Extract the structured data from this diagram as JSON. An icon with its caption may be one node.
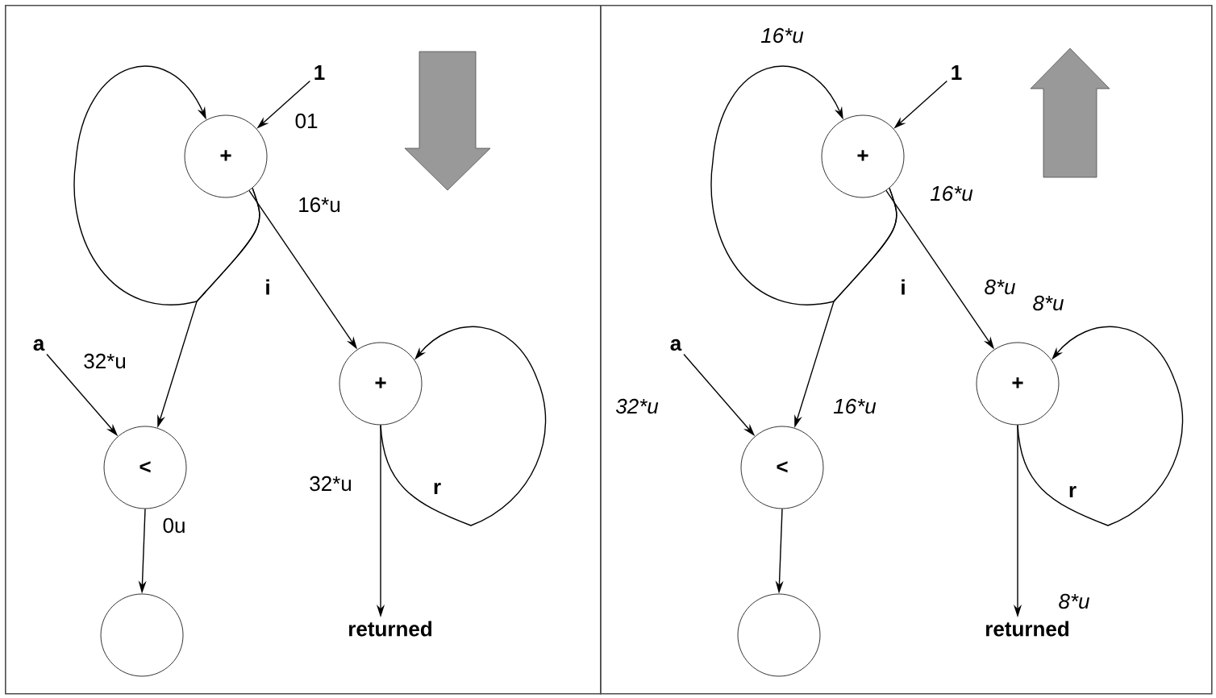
{
  "diagram": {
    "nodes": [
      {
        "text": [],
        "shape": "box"
      },
      {
        "text": [
          "1"
        ],
        "in": 0
      },
      {
        "text": [
          "+"
        ],
        "in": 0
      },
      {
        "text": [
          "a"
        ],
        "in": 0
      },
      {
        "text": [
          "+"
        ],
        "in": 0
      },
      {
        "text": [
          "<"
        ],
        "in": 0
      },
      {
        "text": [],
        "shape": "circle",
        "in": 0
      },
      {
        "text": [
          "returned"
        ],
        "in": 0
      },
      {
        "text": [],
        "shape": "box"
      },
      {
        "text": [
          "1"
        ],
        "in": 8
      },
      {
        "text": [
          "+"
        ],
        "in": 8
      },
      {
        "text": [
          "a"
        ],
        "in": 8
      },
      {
        "text": [
          "+"
        ],
        "in": 8
      },
      {
        "text": [
          "<"
        ],
        "in": 8
      },
      {
        "text": [],
        "shape": "circle",
        "in": 8
      },
      {
        "text": [
          "returned"
        ],
        "in": 8
      }
    ],
    "edges": [
      {
        "from": 1,
        "to": 2,
        "arrow": "to",
        "label": "01"
      },
      {
        "from": 2,
        "to": 2,
        "arrow": "to"
      },
      {
        "from": 2,
        "to": 4,
        "arrow": "to"
      },
      {
        "from": 2,
        "to": 5,
        "arrow": "to"
      },
      {
        "from": 3,
        "to": 5,
        "arrow": "to",
        "label": "32*u"
      },
      {
        "from": 4,
        "to": 4,
        "arrow": "to"
      },
      {
        "from": 4,
        "to": 7,
        "arrow": "to",
        "label": "32*u"
      },
      {
        "from": 5,
        "to": 6,
        "arrow": "to",
        "label": "0u"
      },
      {
        "from": 9,
        "to": 10,
        "arrow": "to"
      },
      {
        "from": 10,
        "to": 10,
        "arrow": "to",
        "label": "16*u"
      },
      {
        "from": 10,
        "to": 12,
        "arrow": "to",
        "label": "8*u"
      },
      {
        "from": 10,
        "to": 13,
        "arrow": "to",
        "label": "16*u"
      },
      {
        "from": 11,
        "to": 13,
        "arrow": "to",
        "label": "32*u"
      },
      {
        "from": 12,
        "to": 12,
        "arrow": "to",
        "label": "8*u"
      },
      {
        "from": 12,
        "to": 15,
        "arrow": "to",
        "label": "8*u"
      },
      {
        "from": 13,
        "to": 14,
        "arrow": "to"
      }
    ],
    "labels": [
      "16*u",
      "i",
      "r",
      "16*u",
      "i",
      "r"
    ]
  }
}
